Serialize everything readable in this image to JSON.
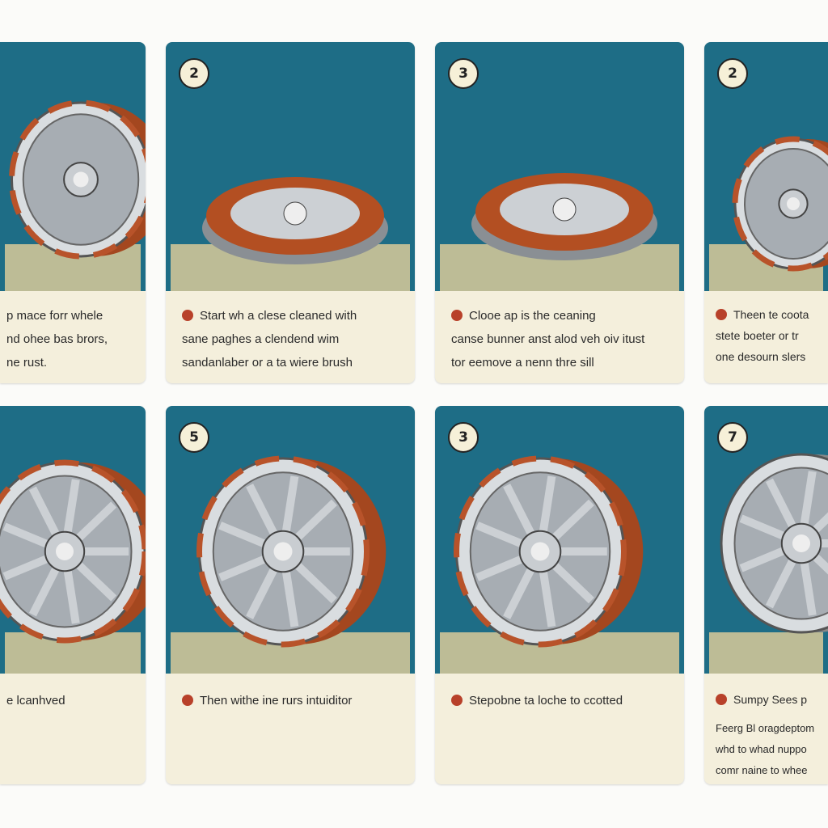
{
  "cards": [
    {
      "step": "",
      "lines": [
        "p mace forr whele",
        "nd ohee bas brors,",
        "ne rust."
      ]
    },
    {
      "step": "2",
      "lines": [
        "Start wh a clese cleaned with",
        "sane paghes a clendend wim",
        "sandanlaber or a ta wiere brush"
      ]
    },
    {
      "step": "3",
      "lines": [
        "Clooe ap is the ceaning",
        "canse bunner anst alod veh oiv itust",
        "tor eemove a nenn thre sill"
      ]
    },
    {
      "step": "2",
      "lines": [
        "Theen te coota",
        "stete boeter or tr",
        "one desourn slers"
      ]
    },
    {
      "step": "",
      "lines": [
        "e lcanhved"
      ]
    },
    {
      "step": "5",
      "lines": [
        "Then withe ine rurs intuiditor"
      ]
    },
    {
      "step": "3",
      "lines": [
        "Stepobne ta loche to ccotted"
      ]
    },
    {
      "step": "7",
      "lines": [
        "Sumpy Sees p"
      ],
      "sub": [
        "Feerg Bl oragdeptom",
        "whd to whad nuppo",
        "comr naine to whee"
      ]
    }
  ],
  "colors": {
    "panel": "#1e6d86",
    "card": "#f4efdc",
    "rust": "#b8532a",
    "badge": "#b8412a"
  }
}
